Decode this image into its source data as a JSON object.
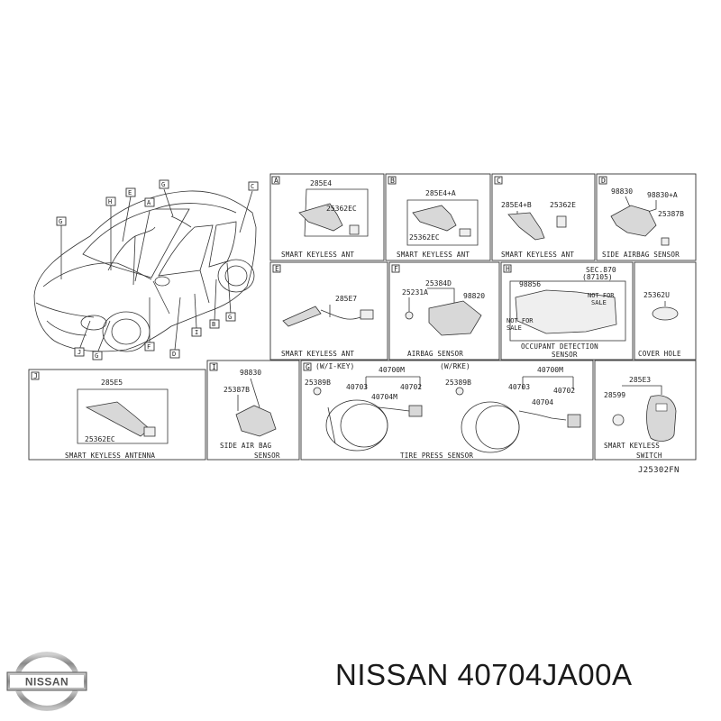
{
  "car_callouts": [
    "H",
    "E",
    "A",
    "G",
    "C",
    "G",
    "J",
    "G",
    "F",
    "D",
    "I",
    "B",
    "G"
  ],
  "panels": {
    "A": {
      "letter": "A",
      "parts": [
        "285E4",
        "25362EC"
      ],
      "caption": "SMART KEYLESS ANT"
    },
    "B": {
      "letter": "B",
      "parts": [
        "285E4+A",
        "25362EC"
      ],
      "caption": "SMART KEYLESS ANT"
    },
    "C": {
      "letter": "C",
      "parts": [
        "285E4+B",
        "25362E"
      ],
      "caption": "SMART KEYLESS ANT"
    },
    "D": {
      "letter": "D",
      "parts": [
        "98830",
        "98830+A",
        "25387B"
      ],
      "caption": "SIDE AIRBAG SENSOR"
    },
    "E": {
      "letter": "E",
      "parts": [
        "285E7"
      ],
      "caption": "SMART KEYLESS ANT"
    },
    "F": {
      "letter": "F",
      "parts": [
        "25384D",
        "25231A",
        "98820"
      ],
      "caption": "AIRBAG SENSOR"
    },
    "H": {
      "letter": "H",
      "parts": [
        "98856",
        "SEC.870",
        "(87105)"
      ],
      "notes": [
        "NOT FOR",
        "SALE",
        "NOT FOR",
        "SALE"
      ],
      "caption": [
        "OCCUPANT DETECTION",
        "SENSOR"
      ]
    },
    "U": {
      "parts": [
        "25362U"
      ],
      "caption": "COVER HOLE"
    },
    "J": {
      "letter": "J",
      "parts": [
        "285E5",
        "25362EC"
      ],
      "caption": "SMART KEYLESS ANTENNA"
    },
    "I": {
      "letter": "I",
      "parts": [
        "98830",
        "25387B"
      ],
      "caption": [
        "SIDE AIR BAG",
        "SENSOR"
      ]
    },
    "G": {
      "letter": "G",
      "variants": [
        "(W/I-KEY)",
        "(W/RKE)"
      ],
      "parts": [
        "40700M",
        "25389B",
        "40703",
        "40702",
        "40704M",
        "40700M",
        "25389B",
        "40703",
        "40702",
        "40704"
      ],
      "caption": "TIRE PRESS SENSOR"
    },
    "K": {
      "parts": [
        "285E3",
        "28599"
      ],
      "caption": [
        "SMART KEYLESS",
        "SWITCH"
      ]
    }
  },
  "diagram_ref": "J25302FN",
  "footer": {
    "logo_text": "NISSAN",
    "title": "NISSAN 40704JA00A"
  },
  "colors": {
    "line": "#333333",
    "logo_chrome": "#9a9a9a",
    "logo_band": "#7a7a7a"
  }
}
